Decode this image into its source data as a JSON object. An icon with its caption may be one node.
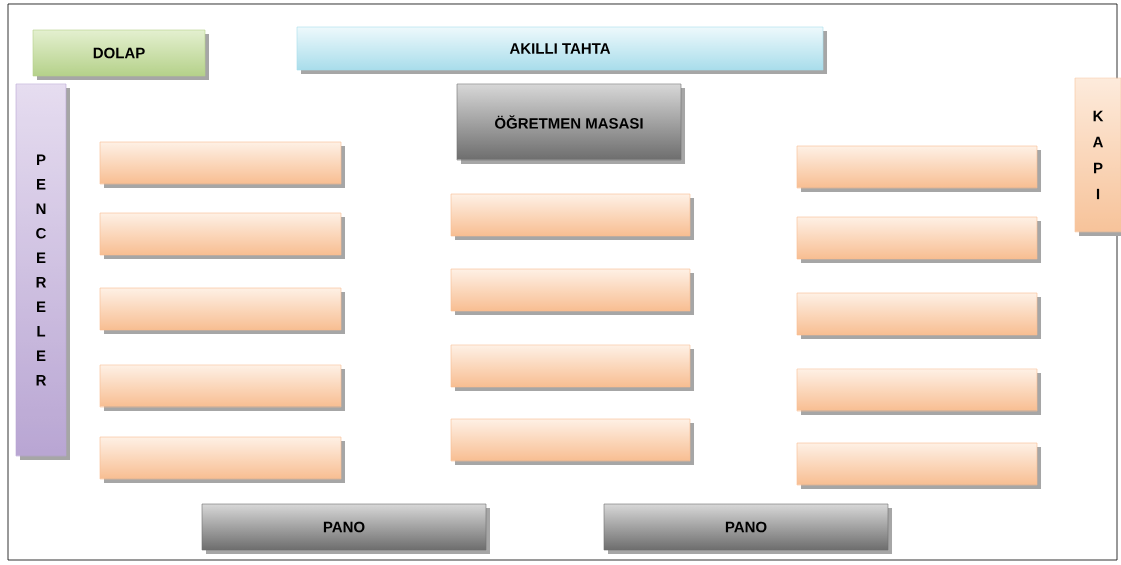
{
  "diagram": {
    "nodes": [
      {
        "text": [
          "DOLAP"
        ]
      },
      {
        "text": [
          "AKILLI TAHTA"
        ]
      },
      {
        "text": [
          "K A P I"
        ]
      },
      {
        "text": [
          "P E N C E R E L E R"
        ]
      },
      {
        "text": [
          "ÖĞRETMEN MASASI"
        ]
      },
      {
        "text": [],
        "shape": "box"
      },
      {
        "text": [],
        "shape": "box"
      },
      {
        "text": [],
        "shape": "box"
      },
      {
        "text": [],
        "shape": "box"
      },
      {
        "text": [],
        "shape": "box"
      },
      {
        "text": [],
        "shape": "box"
      },
      {
        "text": [],
        "shape": "box"
      },
      {
        "text": [],
        "shape": "box"
      },
      {
        "text": [],
        "shape": "box"
      },
      {
        "text": [],
        "shape": "box"
      },
      {
        "text": [],
        "shape": "box"
      },
      {
        "text": [],
        "shape": "box"
      },
      {
        "text": [],
        "shape": "box"
      },
      {
        "text": [],
        "shape": "box"
      },
      {
        "text": [
          "PANO"
        ]
      },
      {
        "text": [
          "PANO"
        ]
      }
    ]
  }
}
